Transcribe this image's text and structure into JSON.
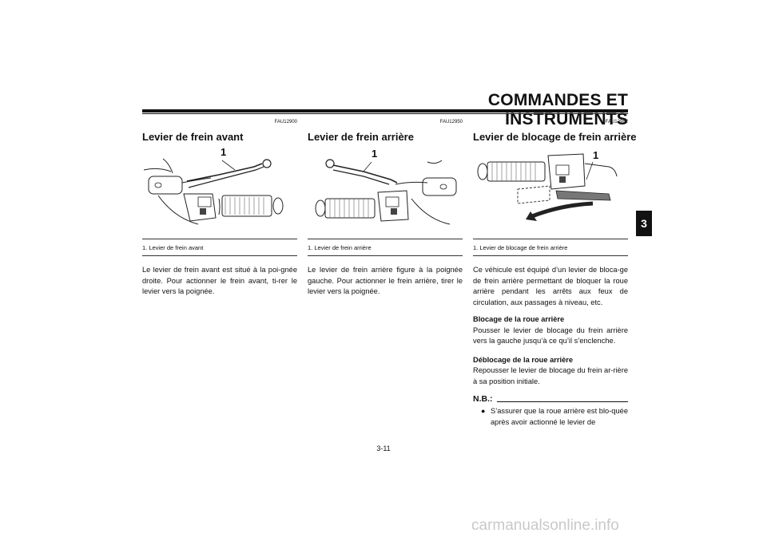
{
  "header": {
    "title": "COMMANDES ET INSTRUMENTS"
  },
  "chapter_tab": "3",
  "columns": [
    {
      "code": "FAU12900",
      "heading": "Levier de frein avant",
      "callout": "1",
      "caption": "1. Levier de frein avant",
      "paragraph": "Le levier de frein avant est situé à la poi-gnée droite. Pour actionner le frein avant, ti-rer le levier vers la poignée."
    },
    {
      "code": "FAU12950",
      "heading": "Levier de frein arrière",
      "callout": "1",
      "caption": "1. Levier de frein arrière",
      "paragraph": "Le levier de frein arrière figure à la poignée gauche. Pour actionner le frein arrière, tirer le levier vers la poignée."
    },
    {
      "code": "FAU12962",
      "heading": "Levier de blocage de frein arrière",
      "callout": "1",
      "caption": "1. Levier de blocage de frein arrière",
      "paragraph": "Ce véhicule est équipé d’un levier de bloca-ge de frein arrière permettant de bloquer la roue arrière pendant les arrêts aux feux de circulation, aux passages à niveau, etc.",
      "lock_heading": "Blocage de la roue arrière",
      "lock_text": "Pousser le levier de blocage du frein arrière vers la gauche jusqu’à ce qu’il s’enclenche.",
      "unlock_heading": "Déblocage de la roue arrière",
      "unlock_text": "Repousser le levier de blocage du frein ar-rière à sa position initiale.",
      "nb_label": "N.B.:",
      "nb_bullet": "S’assurer que la roue arrière est blo-quée après avoir actionné le levier de"
    }
  ],
  "page_number": "3-11",
  "watermark": "carmanualsonline.info"
}
